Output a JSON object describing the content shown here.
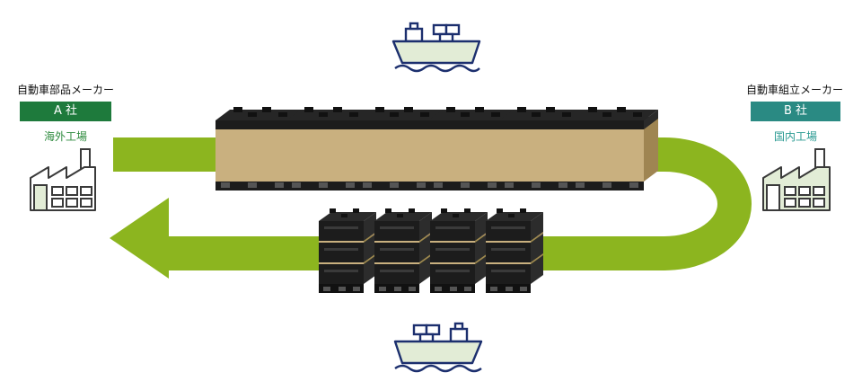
{
  "left_company": {
    "role": "自動車部品メーカー",
    "name": "A 社",
    "plant": "海外工場",
    "badge_color": "#1e7a3c",
    "plant_color": "#2e8b3e"
  },
  "right_company": {
    "role": "自動車組立メーカー",
    "name": "B 社",
    "plant": "国内工場",
    "badge_color": "#2a8a83",
    "plant_color": "#2a9a92"
  },
  "colors": {
    "loop_arrow": "#8cb51f",
    "box_face": "#c9b07f",
    "box_side": "#9f8552",
    "container_black": "#1c1c1c",
    "ship_fill": "#e2ecd6",
    "ship_stroke": "#1c2f6e",
    "factory_fill": "#e2ecd6",
    "factory_stroke": "#3a3a3a"
  },
  "icons": {
    "ship": "cargo-ship-icon",
    "factory": "factory-icon"
  }
}
